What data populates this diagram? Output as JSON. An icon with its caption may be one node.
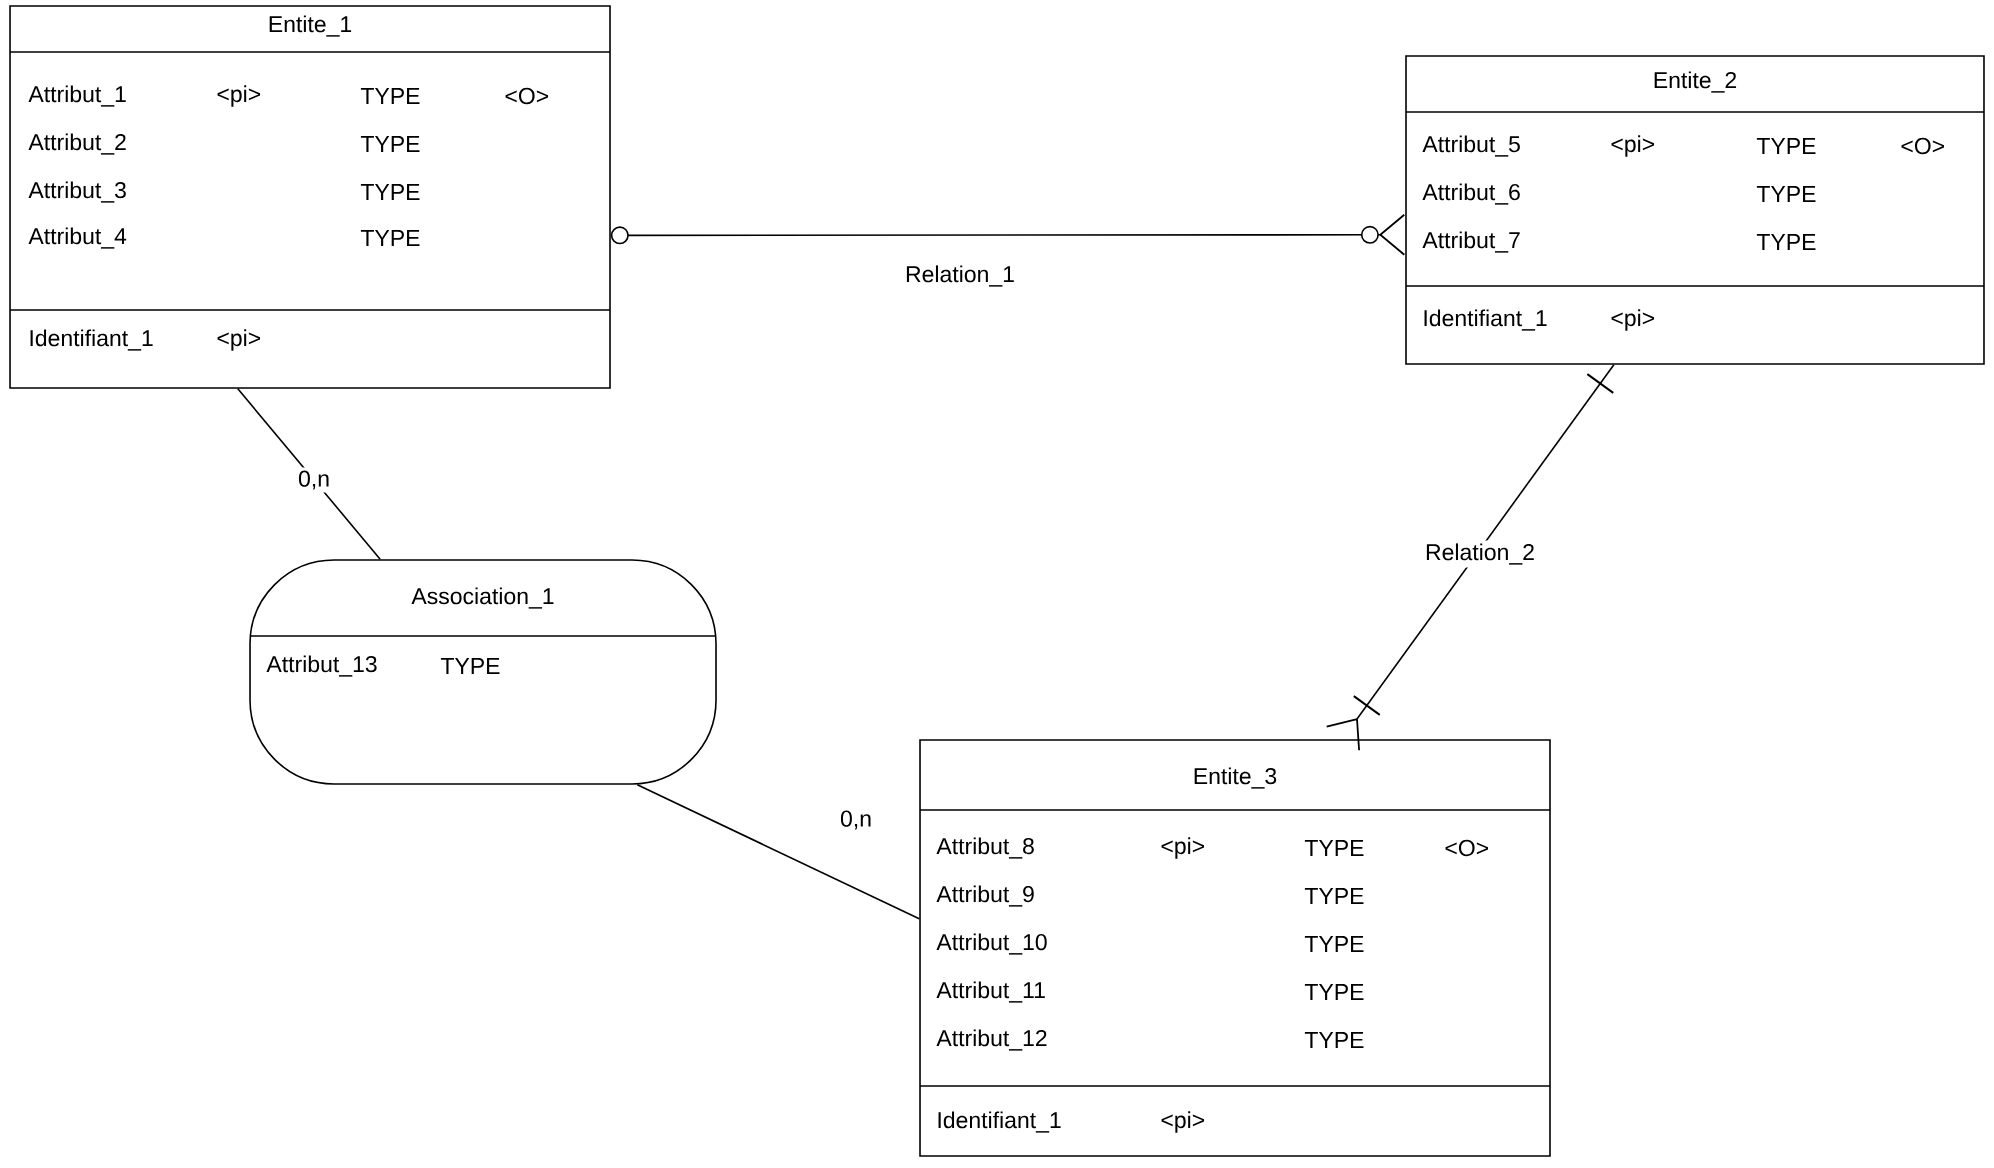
{
  "diagram": {
    "nodes": [
      {
        "text": [
          "Entite_1",
          "Attribut_1",
          "<pi>",
          "TYPE",
          "<O>",
          "Attribut_2",
          "TYPE",
          "Attribut_3",
          "TYPE",
          "Attribut_4",
          "TYPE",
          "Identifiant_1",
          "<pi>"
        ]
      },
      {
        "text": [
          "Entite_2",
          "Attribut_5",
          "<pi>",
          "TYPE",
          "<O>",
          "Attribut_6",
          "TYPE",
          "Attribut_7",
          "TYPE",
          "Identifiant_1",
          "<pi>"
        ]
      },
      {
        "text": [
          "Association_1",
          "Attribut_13",
          "TYPE"
        ]
      },
      {
        "text": [
          "Entite_3",
          "Attribut_8",
          "<pi>",
          "TYPE",
          "<O>",
          "Attribut_9",
          "TYPE",
          "Attribut_10",
          "TYPE",
          "Attribut_11",
          "TYPE",
          "Attribut_12",
          "TYPE",
          "Identifiant_1",
          "<pi>"
        ]
      }
    ],
    "edges": [
      {
        "from": 0,
        "to": 1,
        "arrow": "other",
        "label": "Relation_1"
      },
      {
        "from": 1,
        "to": 3,
        "arrow": "other",
        "label": "Relation_2"
      },
      {
        "from": 0,
        "to": 2,
        "arrow": "none",
        "label": "0,n"
      },
      {
        "from": 2,
        "to": 3,
        "arrow": "none",
        "label": "0,n"
      }
    ]
  }
}
